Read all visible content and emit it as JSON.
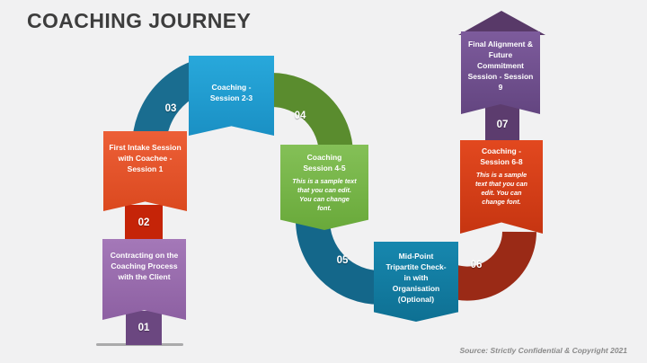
{
  "header": {
    "title": "COACHING JOURNEY"
  },
  "footer": {
    "source": "Source: Strictly Confidential & Copyright 2021"
  },
  "journey": {
    "numbers": [
      "01",
      "02",
      "03",
      "04",
      "05",
      "06",
      "07"
    ],
    "banners": [
      {
        "id": "contracting",
        "text": "Contracting on the Coaching Process with the Client"
      },
      {
        "id": "first-intake",
        "text": "First Intake Session with Coachee - Session 1"
      },
      {
        "id": "coaching-2-3",
        "text": "Coaching - Session 2-3"
      },
      {
        "id": "coaching-4-5",
        "text": "Coaching Session 4-5",
        "sample": "This is a sample text that you can edit. You can change font."
      },
      {
        "id": "mid-point",
        "text": "Mid-Point Tripartite Check-in with Organisation (Optional)"
      },
      {
        "id": "coaching-6-8",
        "text": "Coaching - Session 6-8",
        "sample": "This is a sample text that you can edit. You can change font."
      },
      {
        "id": "final",
        "text": "Final Alignment & Future Commitment Session - Session 9"
      }
    ],
    "colors": {
      "background": "#f1f1f2",
      "title_text": "#3d3d3d",
      "arc_teal_03": "#1a6d90",
      "arc_green_04": "#5a8c2e",
      "arc_teal_05": "#14678a",
      "arc_darkred_06": "#9a2a16",
      "arrowhead_purple": "#583968",
      "banner_purple": "#9a6fae",
      "banner_red_orange": "#e5532b",
      "banner_blue": "#23a3d6",
      "banner_green": "#7ab84b",
      "banner_teal": "#1482aa",
      "banner_red": "#d84018",
      "banner_arrow_purple": "#7d5b9c",
      "tab_dark_purple_01": "#6b4780",
      "tab_dark_red_02": "#c52408",
      "tab_dark_purple_07": "#5c3c6e",
      "source_text": "#8a8a8a"
    }
  }
}
